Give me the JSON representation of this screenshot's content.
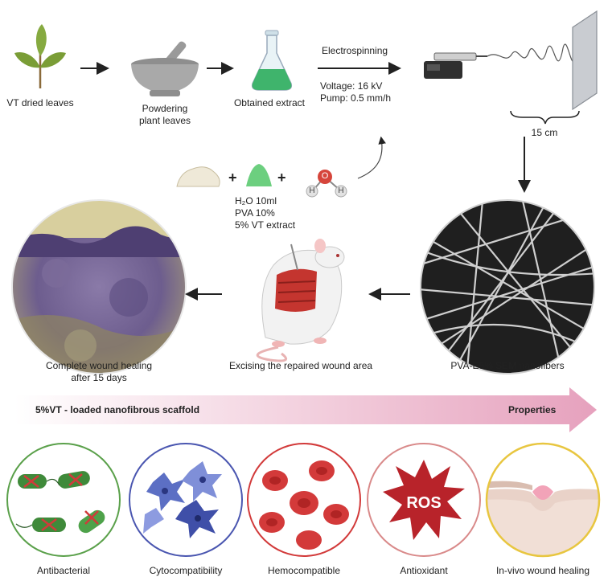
{
  "steps": {
    "leaves": "VT dried leaves",
    "powder_line1": "Powdering",
    "powder_line2": "plant leaves",
    "extract": "Obtained extract",
    "electrospinning": "Electrospinning",
    "voltage": "Voltage: 16 kV",
    "pump": "Pump: 0.5 mm/h",
    "distance": "15 cm"
  },
  "solution": {
    "water": "H₂O 10ml",
    "pva": "PVA 10%",
    "extract": "5% VT extract",
    "atom_o": "O",
    "atom_h": "H"
  },
  "results": {
    "healing_line1": "Complete wound healing",
    "healing_line2": "after 15 days",
    "excising": "Excising the repaired wound area",
    "sem": "PVA-E5% SEM nanofibers"
  },
  "banner": {
    "left": "5%VT - loaded nanofibrous scaffold",
    "right": "Properties"
  },
  "properties": {
    "antibacterial": "Antibacterial",
    "cytocompatibility": "Cytocompatibility",
    "hemocompatible": "Hemocompatible",
    "antioxidant": "Antioxidant",
    "ros": "ROS",
    "invivo": "In-vivo wound healing"
  },
  "colors": {
    "leaf": "#7fa23a",
    "extract": "#3fb46c",
    "arrow": "#222222",
    "banner_start": "#ffffff",
    "banner_end": "#e8a3be",
    "antibacterial_ring": "#5aa04a",
    "cyto_ring": "#4a56b0",
    "hemo_ring": "#d23a3a",
    "antiox_ring": "#d98a8a",
    "invivo_ring": "#e8c640",
    "ros_star": "#b8232a"
  },
  "icons": [
    "leaf-icon",
    "mortar-pestle-icon",
    "flask-icon",
    "syringe-pump-icon",
    "collector-plate-icon",
    "powder-icon",
    "water-molecule-icon",
    "rat-icon",
    "histology-image",
    "sem-image",
    "bacteria-icon",
    "cells-icon",
    "red-blood-cells-icon",
    "ros-star-icon",
    "skin-wound-icon"
  ]
}
